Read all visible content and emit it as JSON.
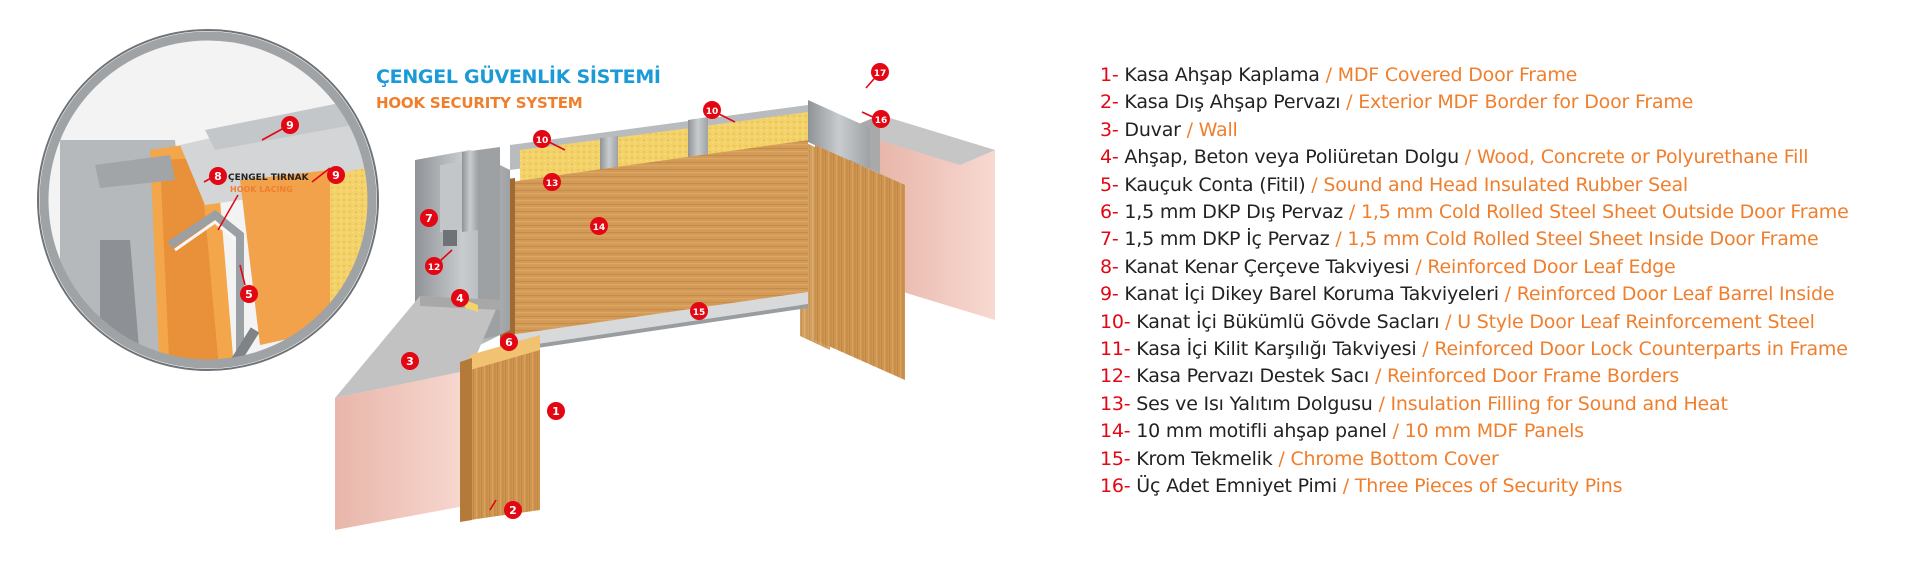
{
  "diagram": {
    "hook_title_tr": "ÇENGEL GÜVENLİK SİSTEMİ",
    "hook_title_en": "HOOK SECURITY SYSTEM",
    "hook_label_tr": "ÇENGEL TIRNAK",
    "hook_label_en": "HOOK LACING",
    "colors": {
      "marker_red": "#e30613",
      "title_blue": "#1a9ad6",
      "accent_orange": "#f07f2d",
      "steel_grey": "#9fa3a6",
      "wood": "#c98f4a",
      "insulation_yellow": "#f2d46a",
      "wall_pink": "#f2c7bd"
    },
    "markers": {
      "m1": "1",
      "m2": "2",
      "m3": "3",
      "m4": "4",
      "m5": "5",
      "m6": "6",
      "m7": "7",
      "m8": "8",
      "m9a": "9",
      "m9b": "9",
      "m10a": "10",
      "m10b": "10",
      "m12": "12",
      "m13": "13",
      "m14": "14",
      "m15": "15",
      "m16": "16",
      "m17": "17"
    }
  },
  "legend": [
    {
      "num": "1-",
      "tr": "Kasa Ahşap Kaplama",
      "en": "MDF Covered Door Frame"
    },
    {
      "num": "2-",
      "tr": "Kasa Dış Ahşap Pervazı",
      "en": "Exterior MDF Border for Door Frame"
    },
    {
      "num": "3-",
      "tr": "Duvar",
      "en": "Wall"
    },
    {
      "num": "4-",
      "tr": "Ahşap, Beton veya Poliüretan Dolgu",
      "en": "Wood, Concrete or Polyurethane Fill"
    },
    {
      "num": "5-",
      "tr": "Kauçuk Conta (Fitil)",
      "en": "Sound and Head Insulated Rubber Seal"
    },
    {
      "num": "6-",
      "tr": "1,5 mm DKP Dış Pervaz",
      "en": "1,5 mm Cold Rolled Steel Sheet Outside Door Frame"
    },
    {
      "num": "7-",
      "tr": "1,5 mm DKP İç Pervaz",
      "en": "1,5 mm Cold Rolled Steel Sheet Inside Door Frame"
    },
    {
      "num": "8-",
      "tr": "Kanat Kenar Çerçeve Takviyesi",
      "en": "Reinforced Door Leaf Edge"
    },
    {
      "num": "9-",
      "tr": "Kanat İçi Dikey Barel Koruma Takviyeleri",
      "en": "Reinforced Door Leaf Barrel Inside"
    },
    {
      "num": "10-",
      "tr": "Kanat İçi Bükümlü Gövde Sacları",
      "en": "U Style Door Leaf Reinforcement Steel"
    },
    {
      "num": "11-",
      "tr": "Kasa İçi Kilit Karşılığı Takviyesi",
      "en": "Reinforced Door Lock Counterparts in Frame"
    },
    {
      "num": "12-",
      "tr": "Kasa Pervazı Destek Sacı",
      "en": "Reinforced Door Frame Borders"
    },
    {
      "num": "13-",
      "tr": "Ses ve Isı Yalıtım Dolgusu",
      "en": "Insulation Filling for Sound and Heat"
    },
    {
      "num": "14-",
      "tr": "10 mm motifli ahşap panel",
      "en": "10 mm MDF Panels"
    },
    {
      "num": "15-",
      "tr": "Krom Tekmelik",
      "en": "Chrome Bottom Cover"
    },
    {
      "num": "16-",
      "tr": "Üç Adet Emniyet Pimi",
      "en": "Three Pieces of Security Pins"
    }
  ],
  "separator": " / "
}
